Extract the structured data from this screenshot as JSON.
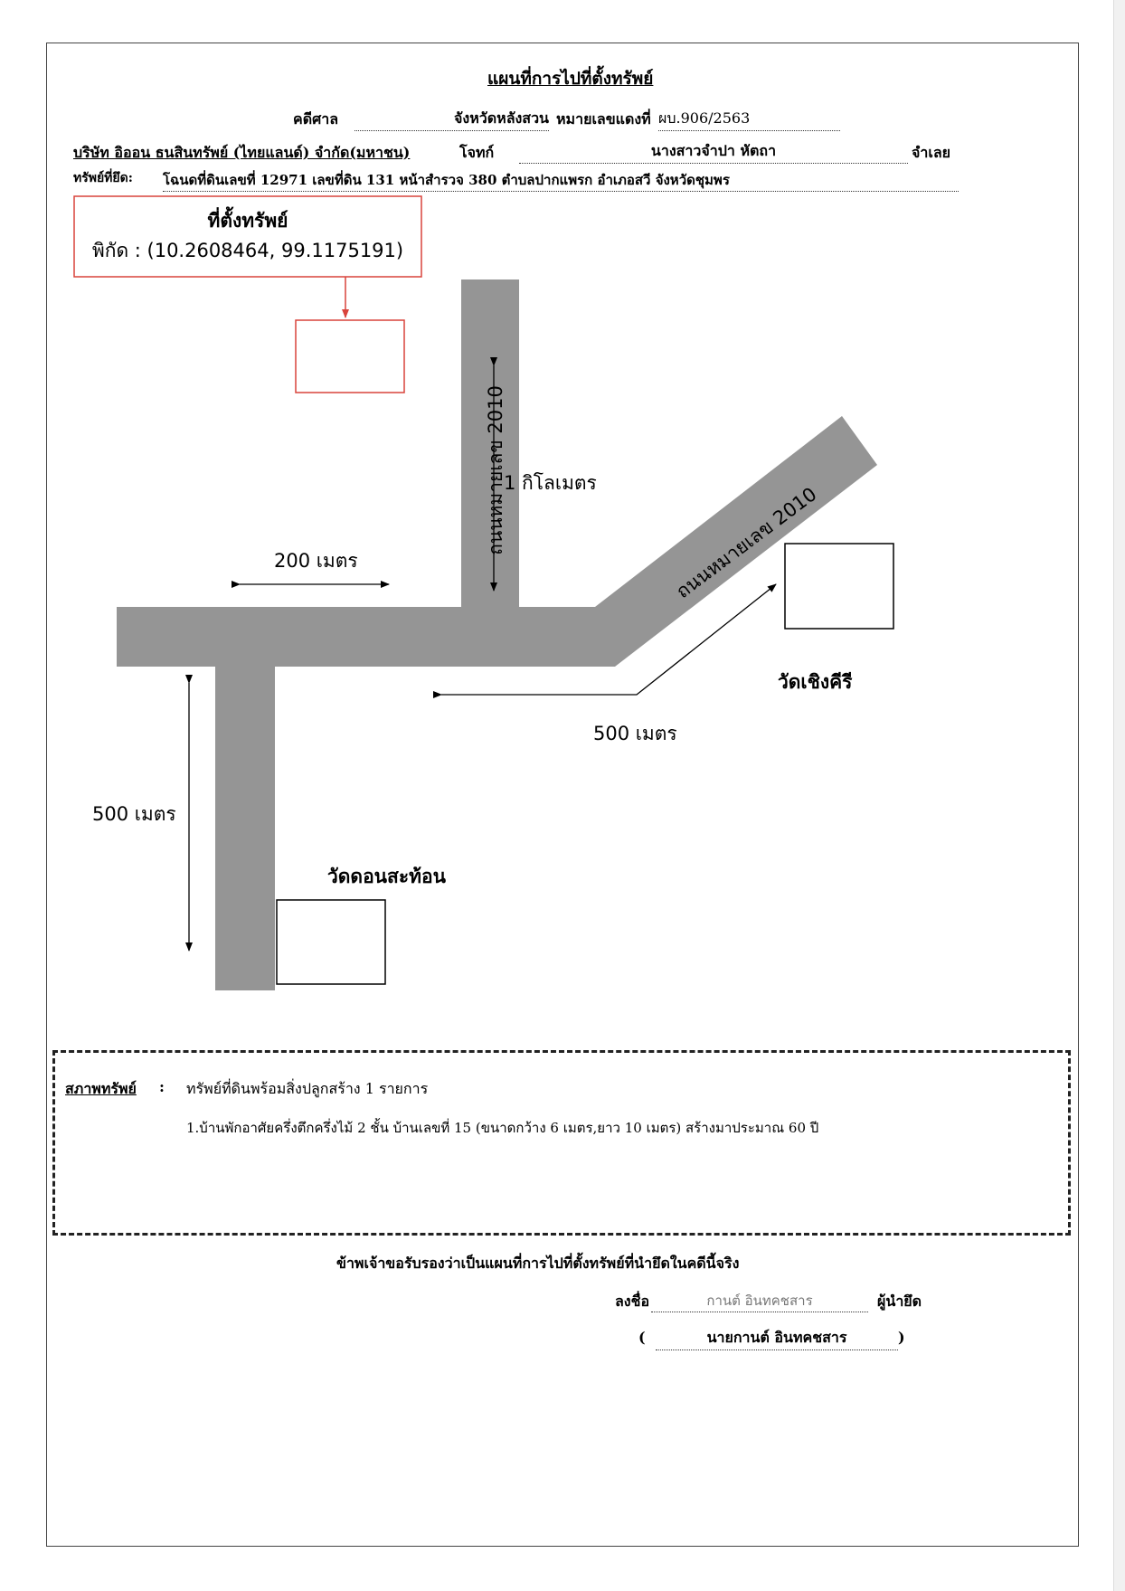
{
  "header": {
    "title": "แผนที่การไปที่ตั้งทรัพย์",
    "court_label": "คดีศาล",
    "court_value": "จังหวัดหลังสวน",
    "red_case_label": "หมายเลขแดงที่",
    "red_case_value": "ผบ.906/2563",
    "plaintiff": "บริษัท อิออน ธนสินทรัพย์ (ไทยแลนด์) จำกัด(มหาชน)",
    "plaintiff_label": "โจทก์",
    "defendant": "นางสาวจำปา หัตถา",
    "defendant_label": "จำเลย",
    "seized_label": "ทรัพย์ที่ยึด:",
    "seized_value": "โฉนดที่ดินเลขที่ 12971 เลขที่ดิน 131 หน้าสำรวจ 380 ตำบลปากแพรก  อำเภอสวี จังหวัดชุมพร"
  },
  "map": {
    "location_title": "ที่ตั้งทรัพย์",
    "location_coords": "พิกัด : (10.2608464, 99.1175191)",
    "road_vertical": "ถนนหมายเลข 2010",
    "road_diagonal": "ถนนหมายเลข 2010",
    "dist_1km": "1 กิโลเมตร",
    "dist_200m": "200 เมตร",
    "dist_500m_right": "500 เมตร",
    "dist_500m_left": "500 เมตร",
    "temple_1": "วัดเชิงคีรี",
    "temple_2": "วัดดอนสะท้อน",
    "colors": {
      "road": "#959595",
      "marker": "#d9433b"
    }
  },
  "condition": {
    "label": "สภาพทรัพย์",
    "colon": ":",
    "summary": "ทรัพย์ที่ดินพร้อมสิ่งปลูกสร้าง 1 รายการ",
    "item1": "1.บ้านพักอาศัยครึ่งตึกครึ่งไม้ 2 ชั้น บ้านเลขที่ 15  (ขนาดกว้าง 6 เมตร,ยาว 10 เมตร) สร้างมาประมาณ 60 ปี"
  },
  "footer": {
    "certify": "ข้าพเจ้าขอรับรองว่าเป็นแผนที่การไปที่ตั้งทรัพย์ที่นำยึดในคดีนี้จริง",
    "sign_label": "ลงชื่อ",
    "signature": "กานต์ อินทคชสาร",
    "role": "ผู้นำยึด",
    "open_paren": "(",
    "name": "นายกานต์ อินทคชสาร",
    "close_paren": ")"
  }
}
